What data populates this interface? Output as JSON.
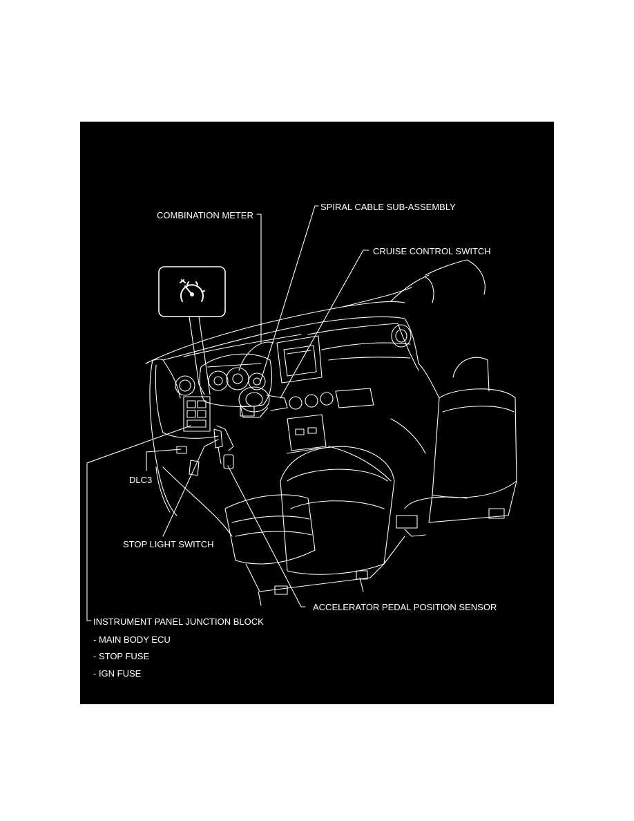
{
  "labels": {
    "combination_meter": "COMBINATION METER",
    "spiral_cable": "SPIRAL CABLE SUB-ASSEMBLY",
    "cruise_control_switch": "CRUISE CONTROL SWITCH",
    "dlc3": "DLC3",
    "stop_light_switch": "STOP LIGHT SWITCH",
    "accelerator_pedal_sensor": "ACCELERATOR PEDAL POSITION SENSOR",
    "junction_block": "INSTRUMENT PANEL JUNCTION BLOCK",
    "junction_block_items": [
      "- MAIN BODY ECU",
      "- STOP FUSE",
      "- IGN FUSE"
    ]
  },
  "icons": {
    "callout": "cruise-indicator-icon"
  },
  "colors": {
    "background": "#000000",
    "linework": "#ffffff",
    "page": "#ffffff"
  }
}
